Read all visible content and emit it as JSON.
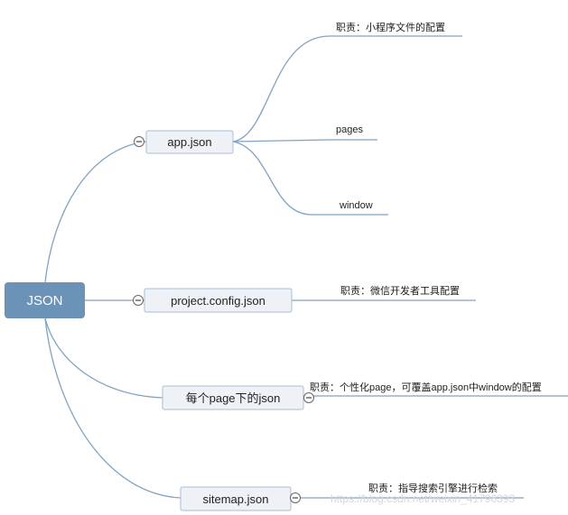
{
  "root": {
    "label": "JSON"
  },
  "branches": [
    {
      "label": "app.json",
      "children": [
        "职责：小程序文件的配置",
        "pages",
        "window"
      ]
    },
    {
      "label": "project.config.json",
      "children": [
        "职责：微信开发者工具配置"
      ]
    },
    {
      "label": "每个page下的json",
      "children": [
        "职责：个性化page，可覆盖app.json中window的配置"
      ]
    },
    {
      "label": "sitemap.json",
      "children": [
        "职责：指导搜索引擎进行检索"
      ]
    }
  ],
  "watermark": "https://blog.csdn.net/weixin_41796393",
  "colors": {
    "root_fill": "#6b93b8",
    "node_fill": "#eef2f7",
    "connector": "#7fa3c4"
  }
}
